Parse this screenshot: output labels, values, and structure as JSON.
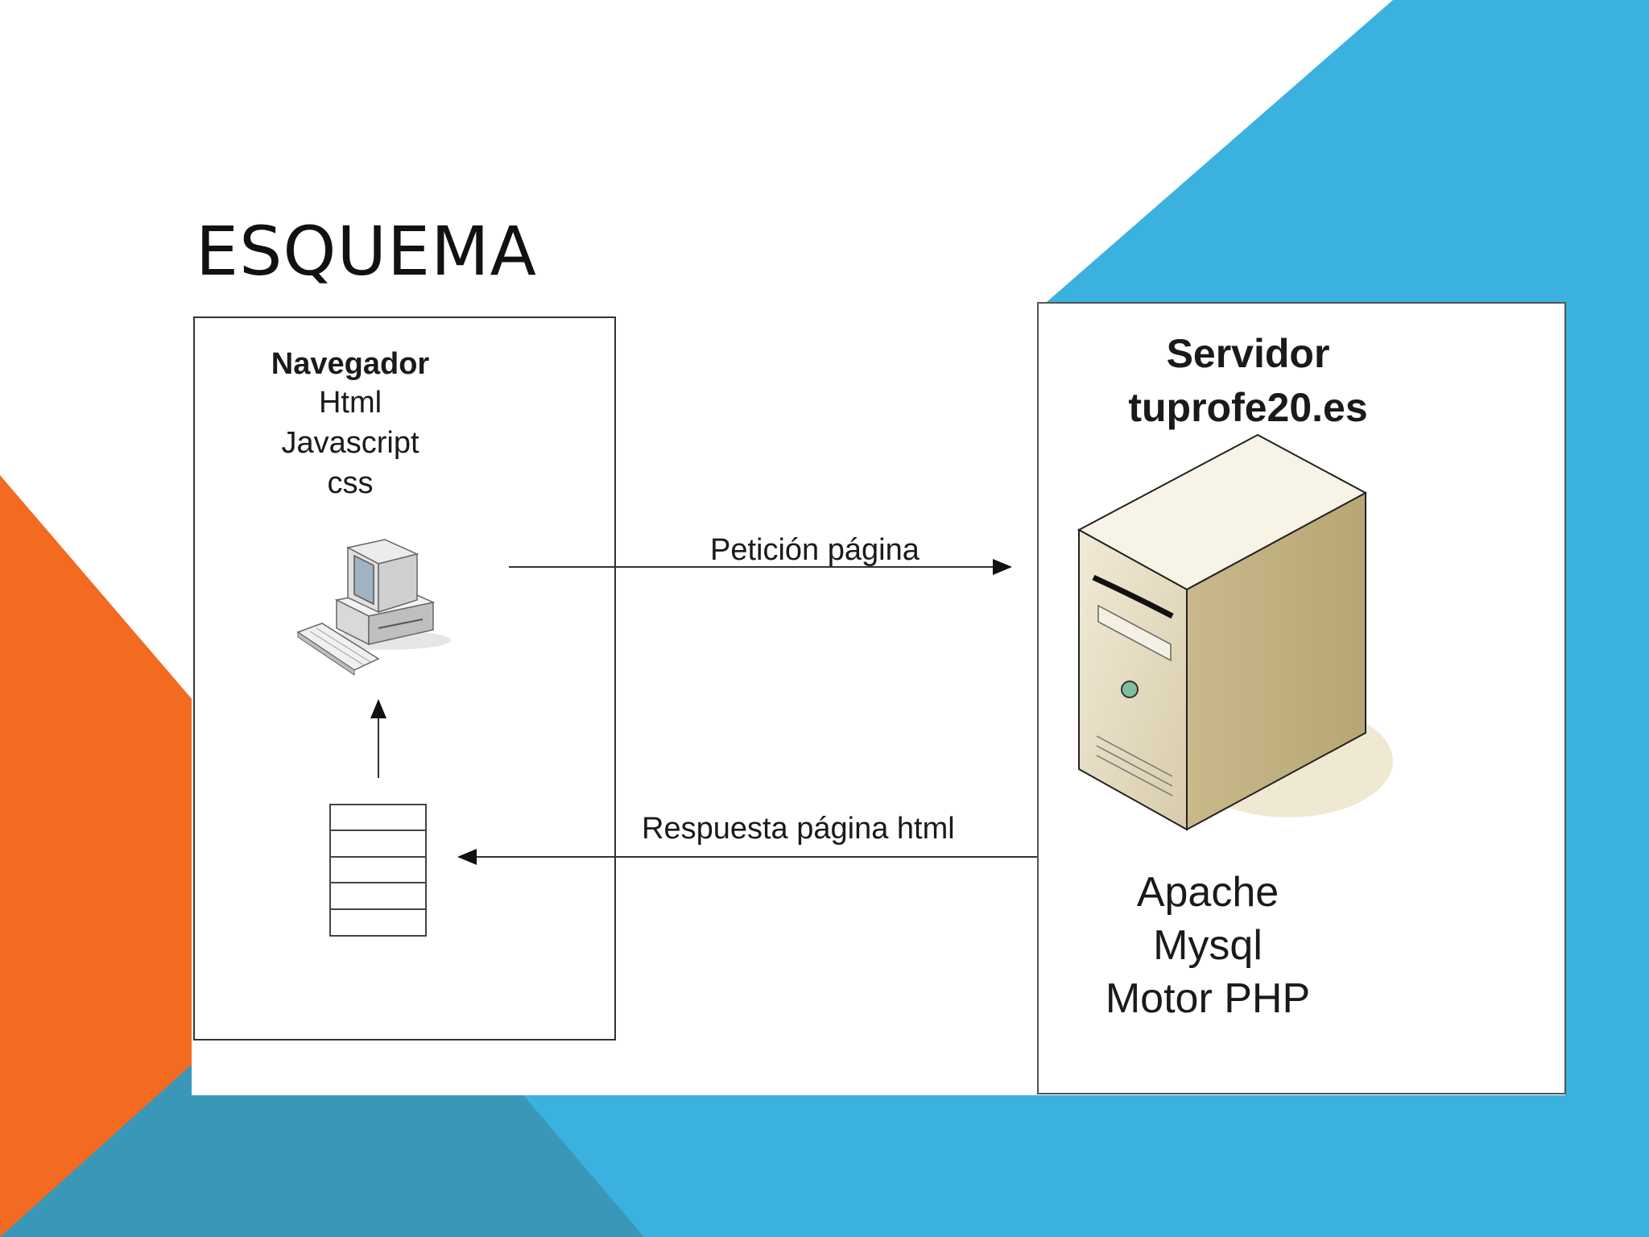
{
  "slide": {
    "title": "ESQUEMA"
  },
  "colors": {
    "orange": "#F26B21",
    "blue": "#3BB1DF",
    "blue_dark": "#3A97B8"
  },
  "client": {
    "heading": "Navegador",
    "lines": [
      "Html",
      "Javascript",
      "css"
    ]
  },
  "server": {
    "heading_lines": [
      "Servidor",
      "tuprofe20.es"
    ],
    "stack": [
      "Apache",
      "Mysql",
      "Motor PHP"
    ]
  },
  "arrows": {
    "request": "Petición página",
    "response": "Respuesta página html"
  }
}
